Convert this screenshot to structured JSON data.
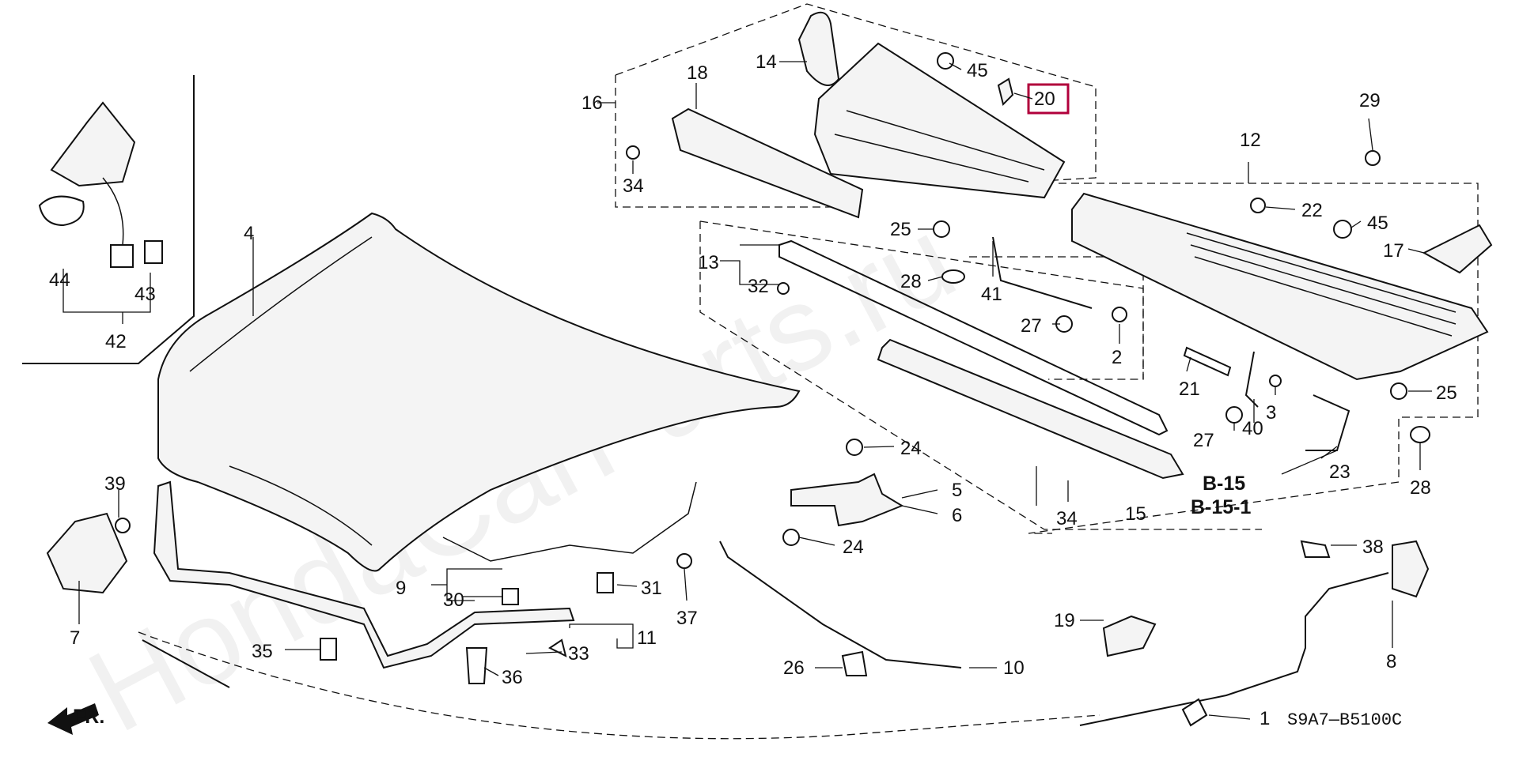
{
  "watermark": "HondaCarParts.ru",
  "diagram_code": "S9A7—B5100C",
  "front_indicator": "FR.",
  "highlighted_part": "20",
  "refs": [
    "B-15",
    "B-15-1"
  ],
  "labels": {
    "p1": "1",
    "p2": "2",
    "p3": "3",
    "p4": "4",
    "p5": "5",
    "p6": "6",
    "p7": "7",
    "p8": "8",
    "p9": "9",
    "p10": "10",
    "p11": "11",
    "p12": "12",
    "p13": "13",
    "p14": "14",
    "p15": "15",
    "p16": "16",
    "p17": "17",
    "p18": "18",
    "p19": "19",
    "p20": "20",
    "p21": "21",
    "p22": "22",
    "p23": "23",
    "p24a": "24",
    "p24b": "24",
    "p25a": "25",
    "p25b": "25",
    "p26": "26",
    "p27a": "27",
    "p27b": "27",
    "p28a": "28",
    "p28b": "28",
    "p29": "29",
    "p30": "30",
    "p31": "31",
    "p32": "32",
    "p33": "33",
    "p34a": "34",
    "p34b": "34",
    "p35": "35",
    "p36": "36",
    "p37": "37",
    "p38": "38",
    "p39": "39",
    "p40": "40",
    "p41": "41",
    "p42": "42",
    "p43": "43",
    "p44": "44",
    "p45a": "45",
    "p45b": "45"
  }
}
